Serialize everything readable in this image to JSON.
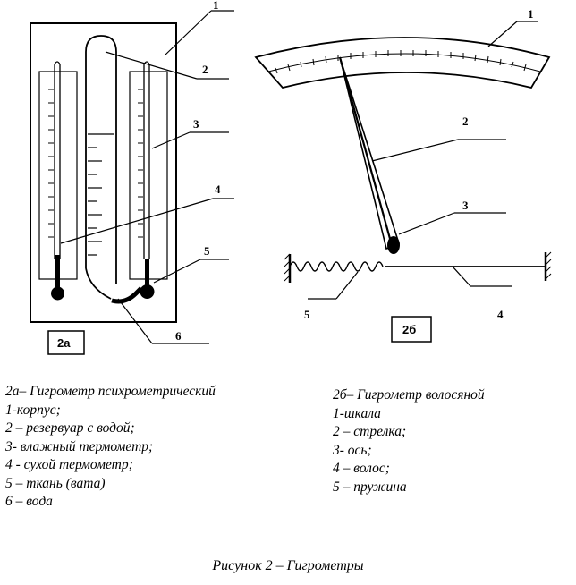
{
  "figure_2a": {
    "box_label": "2а",
    "callouts": [
      "1",
      "2",
      "3",
      "4",
      "5",
      "6"
    ]
  },
  "figure_2b": {
    "box_label": "2б",
    "callouts": [
      "1",
      "2",
      "3",
      "4",
      "5"
    ]
  },
  "legend_left": {
    "title": "2а– Гигрометр психрометрический",
    "items": [
      "1-корпус;",
      "2 – резервуар с водой;",
      "3- влажный термометр;",
      "4  - сухой  термометр;",
      "5 – ткань (вата)",
      "6 – вода"
    ]
  },
  "legend_right": {
    "title": "2б– Гигрометр волосяной",
    "items": [
      "1-шкала",
      "2 – стрелка;",
      "3- ось;",
      "4 – волос;",
      "5 – пружина"
    ]
  },
  "caption": "Рисунок 2 – Гигрометры"
}
